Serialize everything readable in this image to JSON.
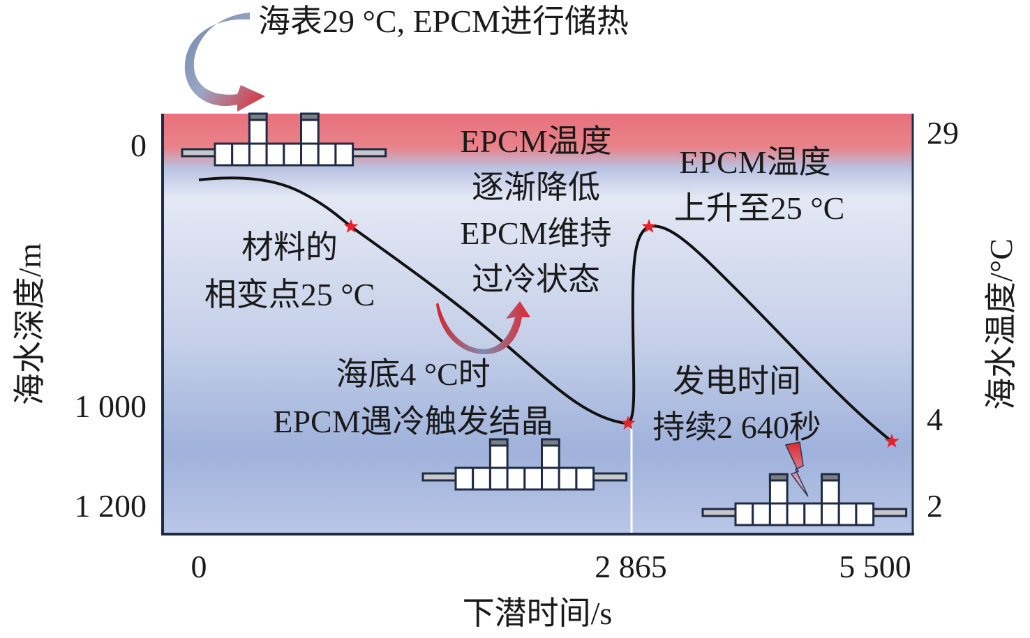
{
  "top_note": "海表29 °C, EPCM进行储热",
  "axes": {
    "left_label": "海水深度/m",
    "right_label": "海水温度/°C",
    "bottom_label": "下潜时间/s",
    "left_ticks": [
      "0",
      "1 000",
      "1 200"
    ],
    "right_ticks": [
      "29",
      "4",
      "2"
    ],
    "bottom_ticks": [
      "0",
      "2 865",
      "5 500"
    ]
  },
  "annotations": {
    "phase_point": [
      "材料的",
      "相变点25 °C"
    ],
    "cooling": [
      "EPCM温度",
      "逐渐降低"
    ],
    "supercool": [
      "EPCM维持",
      "过冷状态"
    ],
    "seabed": [
      "海底4 °C时",
      "EPCM遇冷触发结晶"
    ],
    "rise": [
      "EPCM温度",
      "上升至25 °C"
    ],
    "power": [
      "发电时间",
      "持续2 640秒"
    ]
  },
  "colors": {
    "surface": "#e8727c",
    "deep": "#97acd6",
    "star": "#e8202a",
    "frame": "#1f2a44"
  }
}
